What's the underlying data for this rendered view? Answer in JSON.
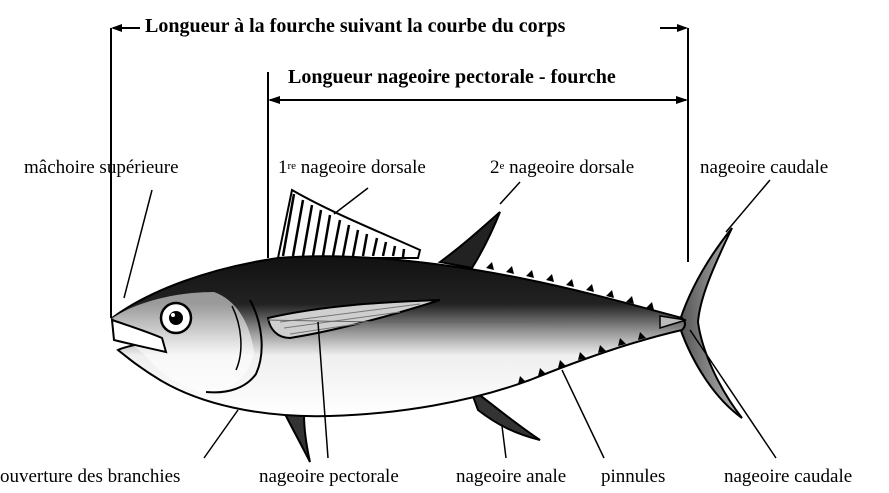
{
  "measurements": {
    "fork_length_curved": "Longueur à la fourche suivant la courbe du corps",
    "pectoral_fork_length": "Longueur nageoire pectorale - fourche"
  },
  "labels": {
    "upper_jaw": "mâchoire supérieure",
    "dorsal1_number": "1",
    "dorsal1_sup": "re",
    "dorsal1_text": " nageoire dorsale",
    "dorsal2_number": "2",
    "dorsal2_sup": "e",
    "dorsal2_text": " nageoire dorsale",
    "caudal_top": "nageoire caudale",
    "gill_opening": "ouverture des branchies",
    "pectoral_fin": "nageoire pectorale",
    "anal_fin": "nageoire anale",
    "finlets": "pinnules",
    "caudal_bottom": "nageoire caudale"
  }
}
